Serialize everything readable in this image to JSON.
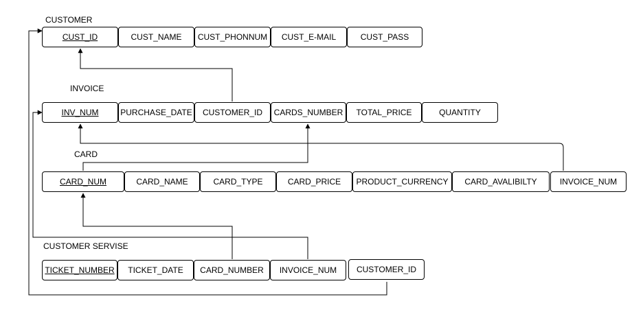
{
  "colors": {
    "line": "#000000",
    "cell_border": "#000000",
    "background": "#ffffff"
  },
  "tables": {
    "customer": {
      "label": "CUSTOMER",
      "columns": [
        "CUST_ID",
        "CUST_NAME",
        "CUST_PHONNUM",
        "CUST_E-MAIL",
        "CUST_PASS"
      ],
      "primary_key": "CUST_ID"
    },
    "invoice": {
      "label": "INVOICE",
      "columns": [
        "INV_NUM",
        "PURCHASE_DATE",
        "CUSTOMER_ID",
        "CARDS_NUMBER",
        "TOTAL_PRICE",
        "QUANTITY"
      ],
      "primary_key": "INV_NUM"
    },
    "card": {
      "label": "CARD",
      "columns": [
        "CARD_NUM",
        "CARD_NAME",
        "CARD_TYPE",
        "CARD_PRICE",
        "PRODUCT_CURRENCY",
        "CARD_AVALIBILTY",
        "INVOICE_NUM"
      ],
      "primary_key": "CARD_NUM"
    },
    "customer_service": {
      "label": "CUSTOMER SERVISE",
      "columns": [
        "TICKET_NUMBER",
        "TICKET_DATE",
        "CARD_NUMBER",
        "INVOICE_NUM",
        "CUSTOMER_ID"
      ],
      "primary_key": "TICKET_NUMBER"
    }
  },
  "relationships": [
    {
      "from": "INVOICE.CUSTOMER_ID",
      "to": "CUSTOMER.CUST_ID"
    },
    {
      "from": "CARD.CARD_NUM",
      "to": "INVOICE.CARDS_NUMBER"
    },
    {
      "from": "CARD.INVOICE_NUM",
      "to": "INVOICE.INV_NUM"
    },
    {
      "from": "CUSTOMER SERVISE.CARD_NUMBER",
      "to": "CARD.CARD_NUM"
    },
    {
      "from": "CUSTOMER SERVISE.INVOICE_NUM",
      "to": "INVOICE.INV_NUM"
    },
    {
      "from": "CUSTOMER SERVISE.CUSTOMER_ID",
      "to": "CUSTOMER.CUST_ID"
    }
  ]
}
